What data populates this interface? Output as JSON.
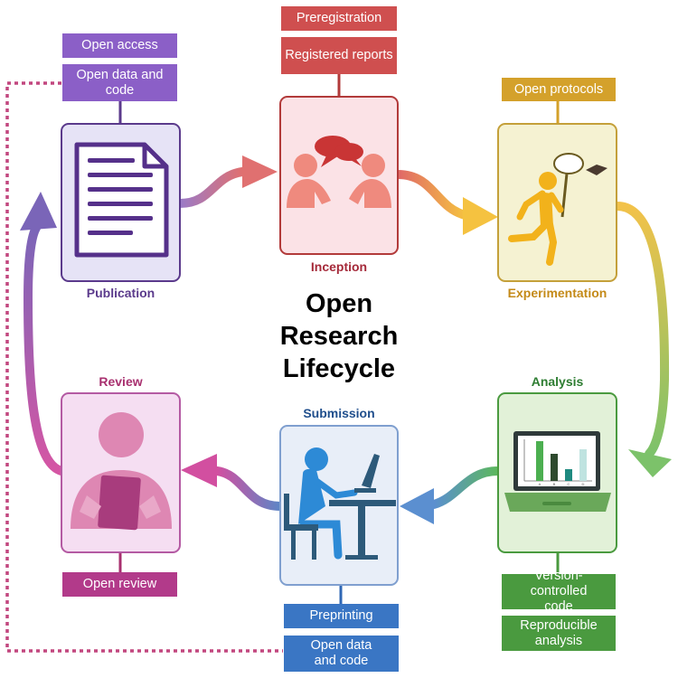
{
  "title": {
    "line1": "Open",
    "line2": "Research",
    "line3": "Lifecycle"
  },
  "stages": {
    "inception": {
      "label": "Inception",
      "color": "#a52a3a",
      "tags": [
        "Preregistration",
        "Registered reports"
      ]
    },
    "experimentation": {
      "label": "Experimentation",
      "color": "#c48a18",
      "tags": [
        "Open protocols"
      ]
    },
    "analysis": {
      "label": "Analysis",
      "color": "#2e7d32",
      "tags": [
        "Version-controlled code",
        "Reproducible analysis"
      ]
    },
    "submission": {
      "label": "Submission",
      "color": "#1f4e8c",
      "tags": [
        "Preprinting",
        "Open data and code"
      ]
    },
    "review": {
      "label": "Review",
      "color": "#a8306f",
      "tags": [
        "Open review"
      ]
    },
    "publication": {
      "label": "Publication",
      "color": "#5b3a8c",
      "tags": [
        "Open access",
        "Open data and code"
      ]
    }
  },
  "icons": {
    "inception": "discussion-icon",
    "experimentation": "running-person-with-net-icon",
    "analysis": "laptop-bar-chart-icon",
    "submission": "person-at-computer-icon",
    "review": "reviewer-reading-icon",
    "publication": "document-icon"
  },
  "chart_axis": {
    "x_labels": [
      "A",
      "B",
      "C",
      "D"
    ]
  }
}
